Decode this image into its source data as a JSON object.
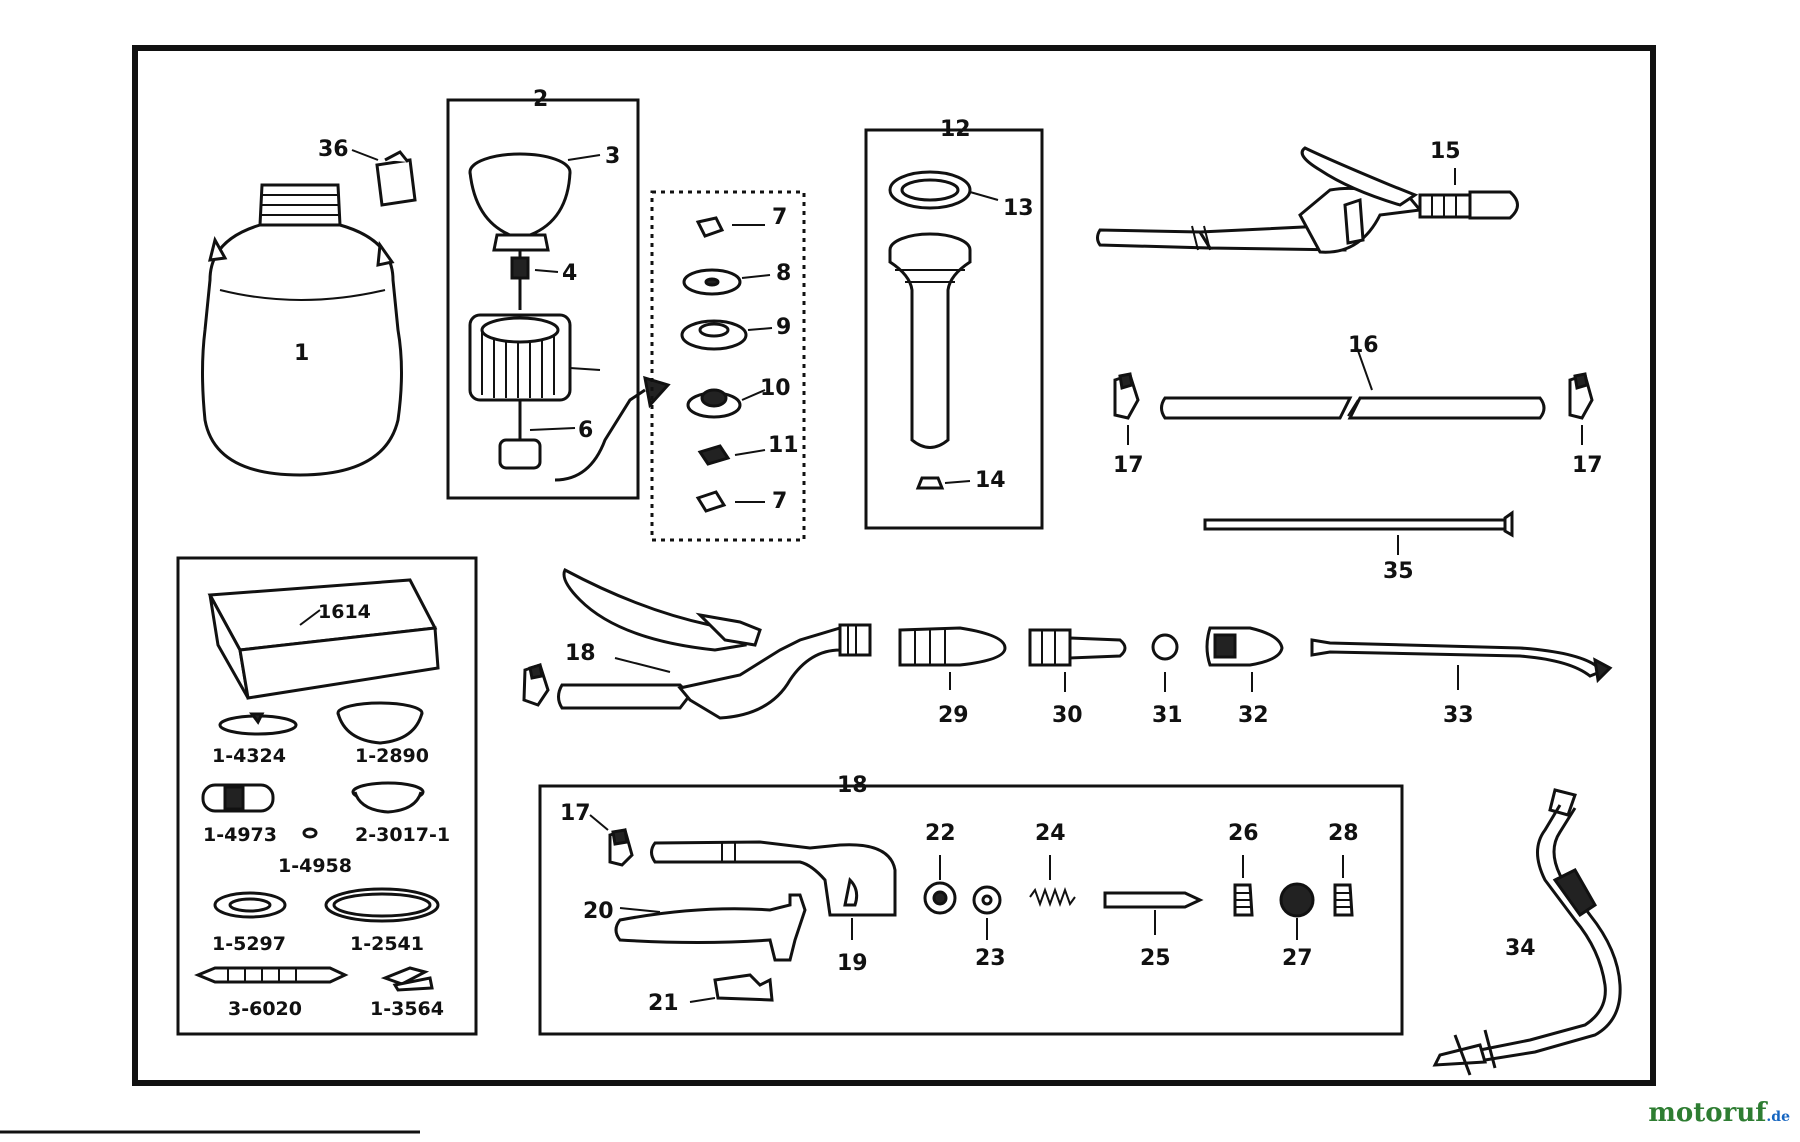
{
  "callouts": {
    "c1": "1",
    "c2": "2",
    "c3": "3",
    "c4": "4",
    "c6": "6",
    "c7a": "7",
    "c7b": "7",
    "c8": "8",
    "c9": "9",
    "c10": "10",
    "c11": "11",
    "c12": "12",
    "c13": "13",
    "c14": "14",
    "c15": "15",
    "c16": "16",
    "c17a": "17",
    "c17b": "17",
    "c17c": "17",
    "c18a": "18",
    "c18b": "18",
    "c19": "19",
    "c20": "20",
    "c21": "21",
    "c22": "22",
    "c23": "23",
    "c24": "24",
    "c25": "25",
    "c26": "26",
    "c27": "27",
    "c28": "28",
    "c29": "29",
    "c30": "30",
    "c31": "31",
    "c32": "32",
    "c33": "33",
    "c34": "34",
    "c35": "35",
    "c36": "36"
  },
  "kit": {
    "box": "1614",
    "p1": "1-4324",
    "p2": "1-2890",
    "p3": "1-4973",
    "p4": "2-3017-1",
    "p5": "1-4958",
    "p6": "1-5297",
    "p7": "1-2541",
    "p8": "3-6020",
    "p9": "1-3564"
  },
  "watermark": {
    "main": "motoruf",
    "suffix": ".de"
  }
}
